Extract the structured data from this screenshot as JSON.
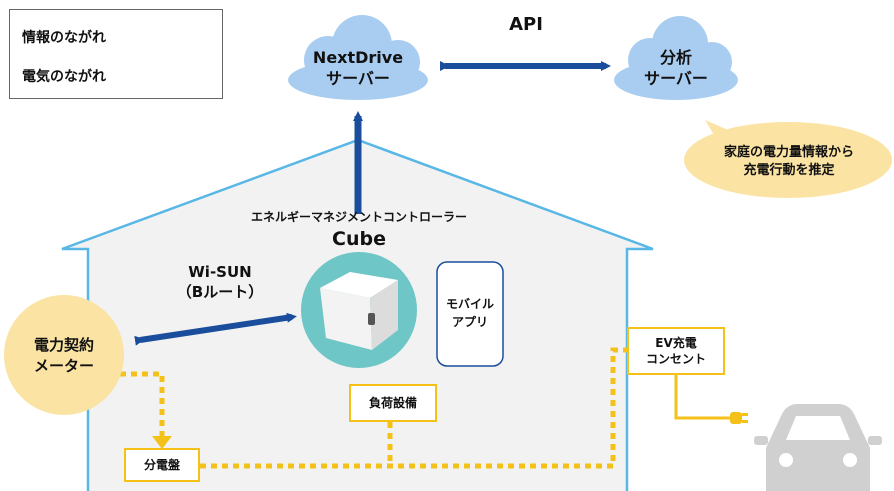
{
  "legend": {
    "info_flow": "情報のながれ",
    "power_flow": "電気のながれ"
  },
  "cloud_nextdrive": {
    "line1": "NextDrive",
    "line2": "サーバー"
  },
  "cloud_analysis": {
    "line1": "分析",
    "line2": "サーバー"
  },
  "api_label": "API",
  "speech_bubble": {
    "line1": "家庭の電力量情報から",
    "line2": "充電行動を推定"
  },
  "controller": {
    "caption": "エネルギーマネジメントコントローラー",
    "name": "Cube"
  },
  "wisun": {
    "line1": "Wi-SUN",
    "line2": "（Bルート）"
  },
  "mobile_app": {
    "line1": "モバイル",
    "line2": "アプリ"
  },
  "smart_meter": {
    "line1": "電力契約",
    "line2": "メーター"
  },
  "ev_outlet": {
    "line1": "EV充電",
    "line2": "コンセント"
  },
  "load_equipment": "負荷設備",
  "distribution_board": "分電盤",
  "colors": {
    "info_arrow": "#1a4e9c",
    "power_line": "#f4c119",
    "cloud": "#a9cdf0",
    "house_line": "#58b7e6",
    "house_fill": "#f2f2f2",
    "meter_circle": "#fbe3a4",
    "cube_circle": "#6fc6c6",
    "bubble": "#fbe3a4",
    "car": "#d0d0d0"
  }
}
